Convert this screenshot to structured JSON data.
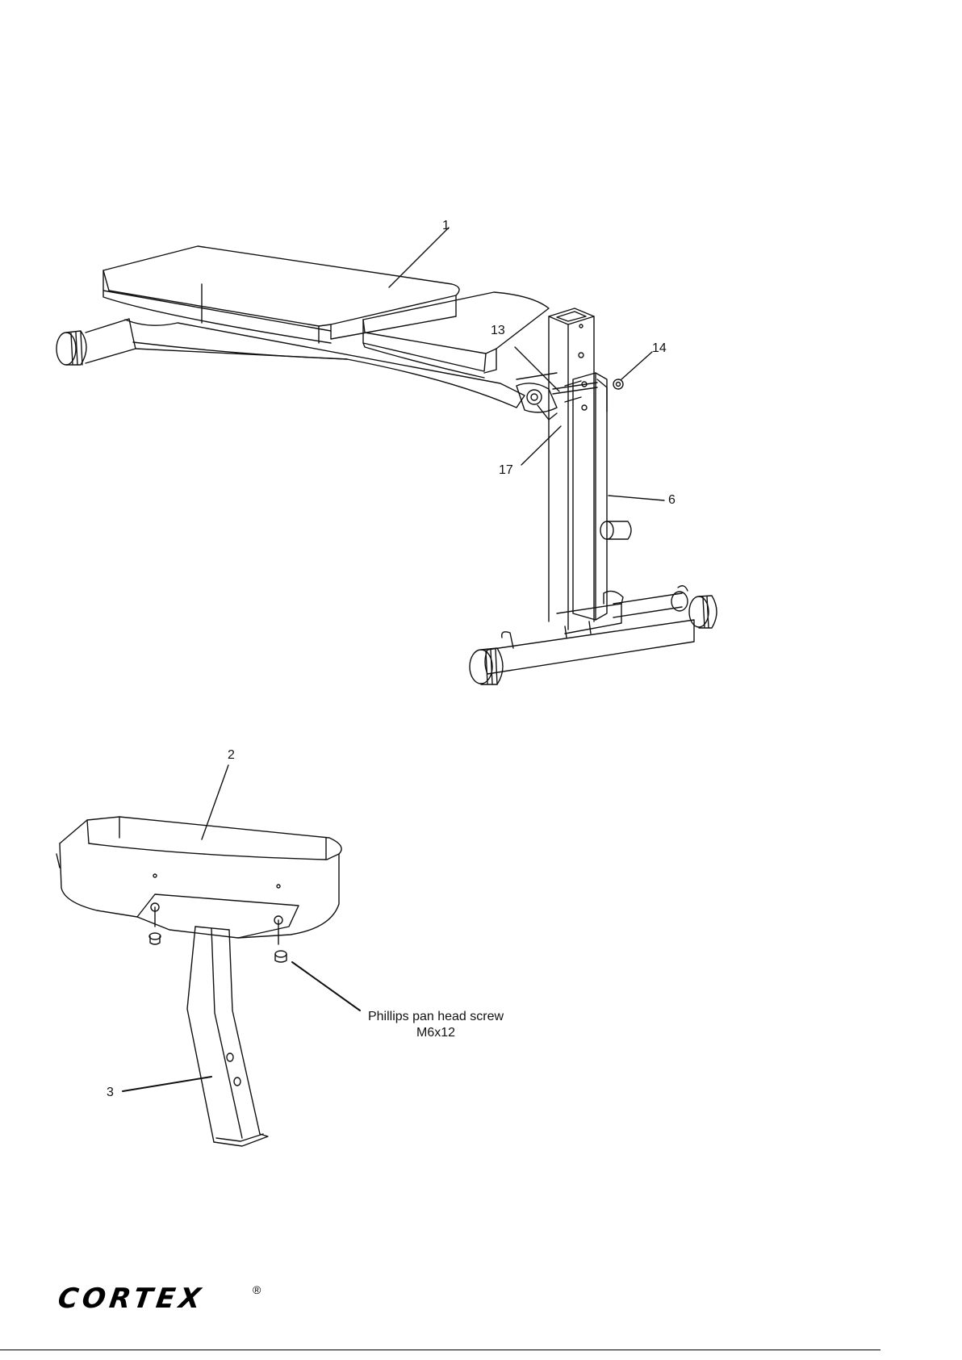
{
  "callouts": {
    "c1": "1",
    "c2": "2",
    "c3": "3",
    "c6": "6",
    "c13": "13",
    "c14": "14",
    "c17": "17"
  },
  "screw_note": {
    "line1": "Phillips pan head screw",
    "line2": "M6x12"
  },
  "brand": {
    "name": "CORTEX",
    "reg_mark": "®"
  },
  "colors": {
    "ink": "#111111",
    "paper": "#ffffff"
  }
}
